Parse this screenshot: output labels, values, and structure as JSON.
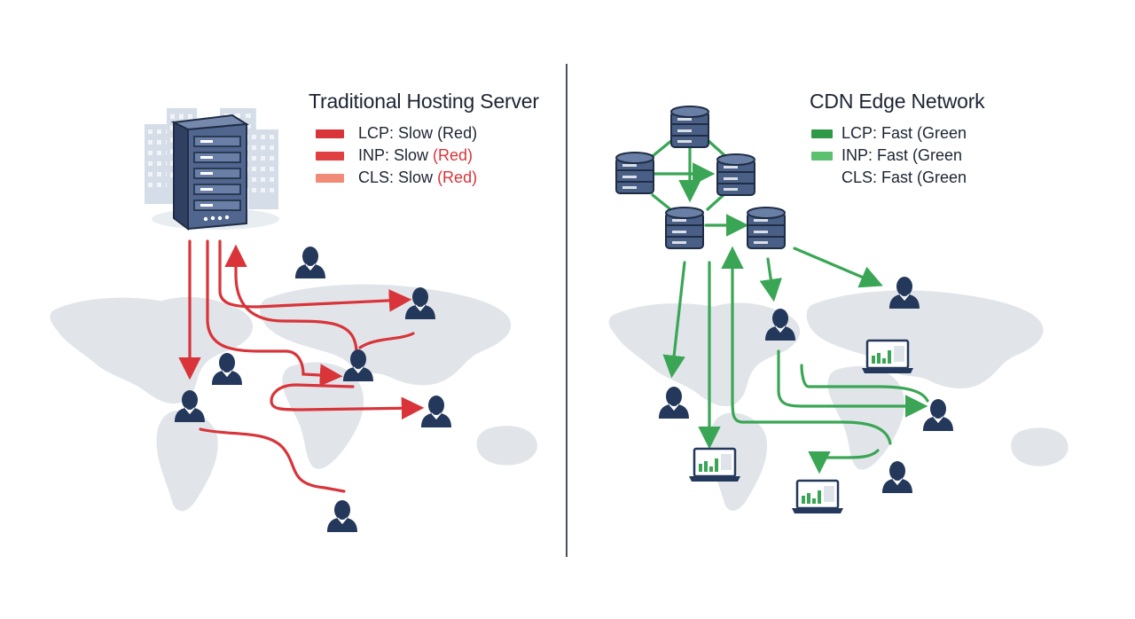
{
  "left_panel": {
    "title": "Traditional Hosting Server",
    "metrics": [
      {
        "name": "LCP: Slow",
        "qualifier": "(Red)",
        "color": "#d8343a"
      },
      {
        "name": "INP: Slow",
        "qualifier": "(Red)",
        "color": "#e0403f"
      },
      {
        "name": "CLS: Slow",
        "qualifier": "(Red)",
        "color": "#f28a78"
      }
    ]
  },
  "right_panel": {
    "title": "CDN Edge Network",
    "metrics": [
      {
        "text": "LCP: Fast (Green",
        "color": "#2e9a48"
      },
      {
        "text": "INP: Fast (Green",
        "color": "#5cc06f"
      },
      {
        "text": "CLS: Fast (Green",
        "color": ""
      }
    ]
  },
  "colors": {
    "slow_path": "#d8343a",
    "fast_path": "#3aa655",
    "server_body": "#4a5f86",
    "user_icon": "#23385a",
    "map": "#e1e5ea",
    "divider": "#1d2433"
  },
  "icons": [
    "server-rack-icon",
    "database-icon",
    "user-icon",
    "laptop-chart-icon",
    "world-map"
  ]
}
